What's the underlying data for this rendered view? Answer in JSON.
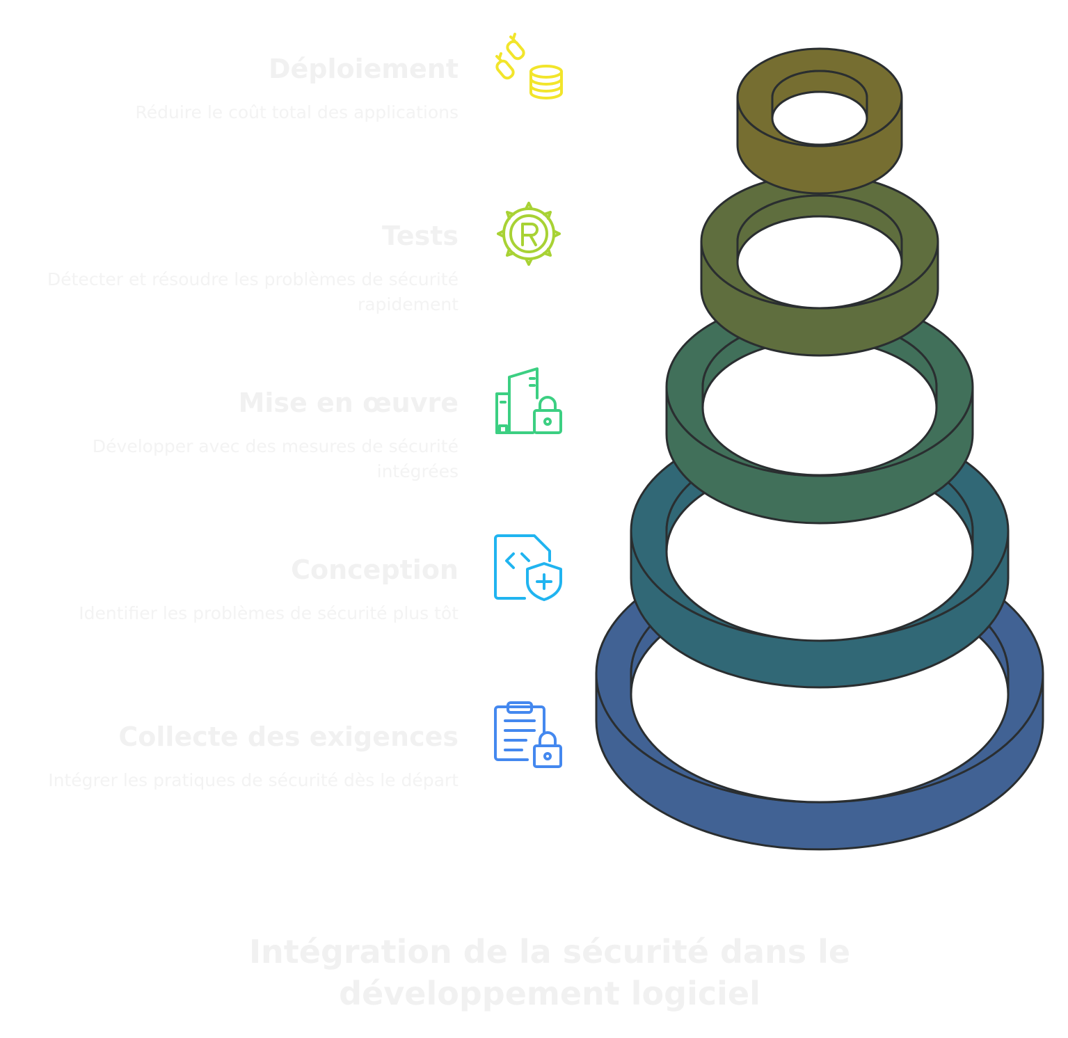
{
  "layers": [
    {
      "title": "Déploiement",
      "description": "Réduire le coût total des applications",
      "icon": "bombs-database-icon",
      "icon_color": "#f2e52b",
      "ring_color": "#766e31"
    },
    {
      "title": "Tests",
      "description": "Détecter et résoudre les problèmes de sécurité rapidement",
      "icon": "rust-gear-icon",
      "icon_color": "#a8d234",
      "ring_color": "#5f6e3e"
    },
    {
      "title": "Mise en œuvre",
      "description": "Développer avec des mesures de sécurité intégrées",
      "icon": "buildings-lock-icon",
      "icon_color": "#3ccf82",
      "ring_color": "#41705a"
    },
    {
      "title": "Conception",
      "description": "Identifier les problèmes de sécurité plus tôt",
      "icon": "code-file-shield-icon",
      "icon_color": "#20b4f0",
      "ring_color": "#316876"
    },
    {
      "title": "Collecte des exigences",
      "description": "Intégrer les pratiques de sécurité dès le départ",
      "icon": "clipboard-lock-icon",
      "icon_color": "#4488ef",
      "ring_color": "#416294"
    }
  ],
  "footer": {
    "title": "Intégration de la sécurité dans le développement logiciel"
  }
}
